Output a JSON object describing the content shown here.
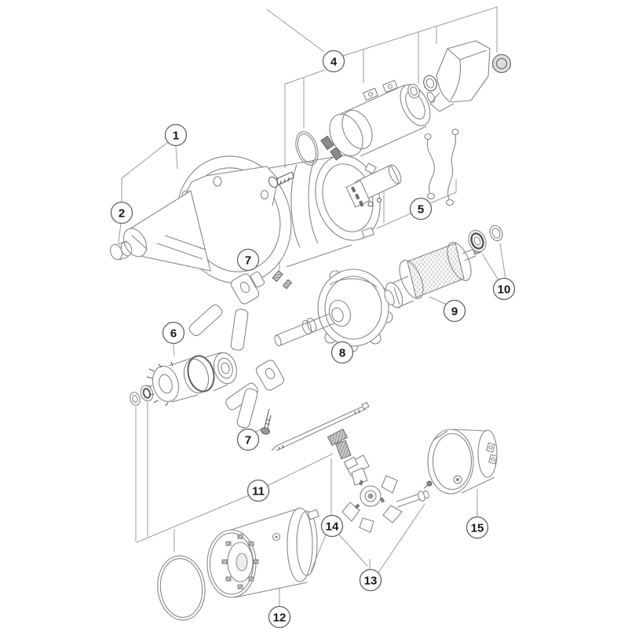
{
  "diagram": {
    "type": "exploded-parts-diagram",
    "subject": "starter-motor",
    "background_color": "#ffffff",
    "line_color": "#9b9b9b",
    "part_line_color": "#878787",
    "callout_text_color": "#161616",
    "callouts": [
      {
        "label": "1",
        "part": "drive-end-housing"
      },
      {
        "label": "2",
        "part": "bushing"
      },
      {
        "label": "4",
        "part": "solenoid-assembly"
      },
      {
        "label": "5",
        "part": "switch-and-wiring-kit"
      },
      {
        "label": "6",
        "part": "pinion-drive-assembly"
      },
      {
        "label": "7",
        "part": "engagement-lever-upper"
      },
      {
        "label": "7",
        "part": "engagement-lever-lower"
      },
      {
        "label": "8",
        "part": "gear-housing-with-shaft"
      },
      {
        "label": "9",
        "part": "armature"
      },
      {
        "label": "10",
        "part": "bearing-ring-kit"
      },
      {
        "label": "11",
        "part": "seal-kit"
      },
      {
        "label": "12",
        "part": "motor-yoke-housing"
      },
      {
        "label": "13",
        "part": "brush-holder"
      },
      {
        "label": "14",
        "part": "brush-set"
      },
      {
        "label": "15",
        "part": "end-cap-cover"
      }
    ]
  }
}
